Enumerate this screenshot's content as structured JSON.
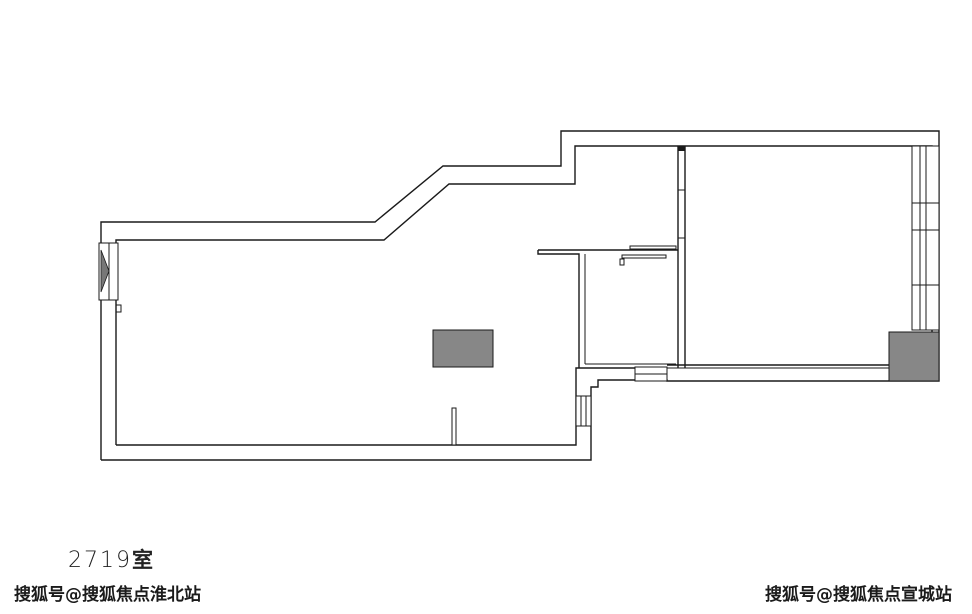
{
  "floorplan": {
    "room_number": "2719",
    "room_suffix": "室"
  },
  "watermarks": {
    "left": "搜狐号@搜狐焦点淮北站",
    "right": "搜狐号@搜狐焦点宣城站"
  },
  "colors": {
    "wall": "#1a1a1a",
    "fixture_fill": "#878787",
    "background": "#ffffff"
  }
}
